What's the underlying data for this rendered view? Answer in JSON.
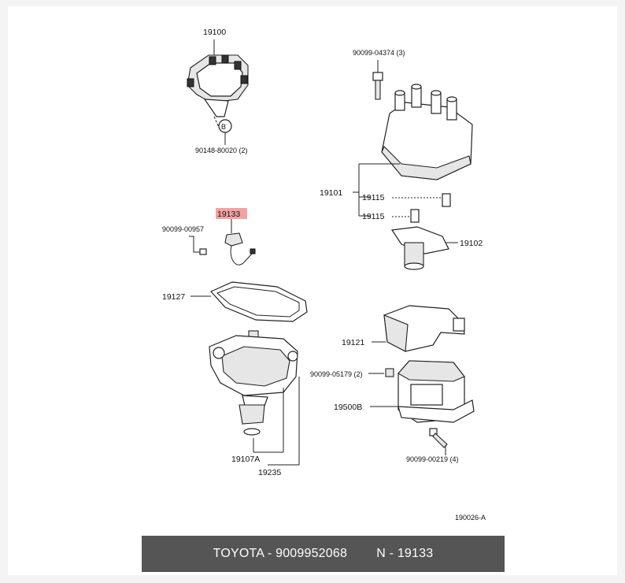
{
  "labels": {
    "p19100": "19100",
    "p90148": "90148-80020 (2)",
    "pB": "B",
    "p90099_04374": "90099-04374 (3)",
    "p19101": "19101",
    "p19115a": "19115",
    "p19115b": "19115",
    "p19102": "19102",
    "p19133": "19133",
    "p90099_00957": "90099-00957",
    "p19127": "19127",
    "p19121": "19121",
    "p90099_05179": "90099-05179 (2)",
    "p19500B": "19500B",
    "p90099_00219": "90099-00219 (4)",
    "p19107A": "19107A",
    "p19235": "19235",
    "ref": "190026-A"
  },
  "highlight_color": "#f2a3a3",
  "footer": {
    "brand": "TOYOTA - 9009952068",
    "part": "N - 19133"
  }
}
